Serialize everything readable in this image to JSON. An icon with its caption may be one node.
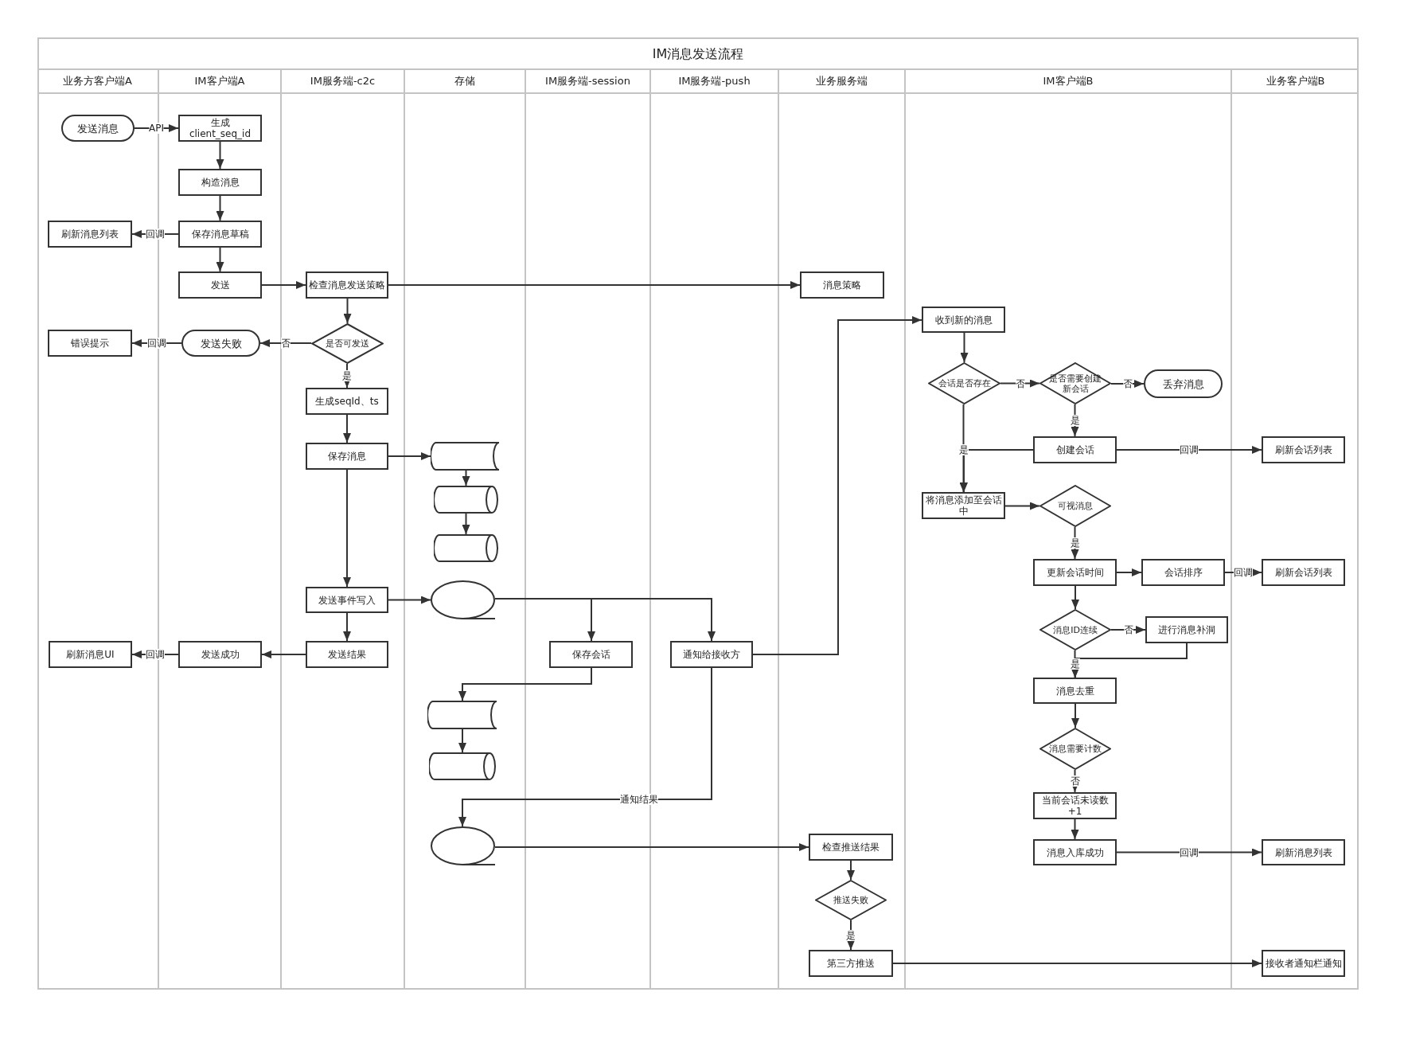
{
  "diagram": {
    "title": "IM消息发送流程",
    "nodes": [
      {
        "text": [],
        "shape": "box"
      },
      {
        "text": [
          "业务方客户端A"
        ],
        "in": 0
      },
      {
        "text": [
          "IM客户端A"
        ],
        "in": 0
      },
      {
        "text": [
          "IM服务端-c2c"
        ],
        "in": 0
      },
      {
        "text": [
          "存储"
        ],
        "in": 0
      },
      {
        "text": [
          "IM服务端-session"
        ],
        "in": 0
      },
      {
        "text": [
          "IM服务端-push"
        ],
        "in": 0
      },
      {
        "text": [
          "业务服务端"
        ],
        "in": 0
      },
      {
        "text": [
          "IM客户端B"
        ],
        "in": 0
      },
      {
        "text": [
          "业务客户端B"
        ],
        "in": 0
      },
      {
        "text": [
          "发送消息"
        ],
        "in": 1
      },
      {
        "text": [
          "刷新消息列表"
        ],
        "in": 1
      },
      {
        "text": [
          "错误提示"
        ],
        "in": 1
      },
      {
        "text": [
          "刷新消息UI"
        ],
        "in": 1
      },
      {
        "text": [
          "生成 client_seq_id"
        ],
        "in": 2
      },
      {
        "text": [
          "构造消息"
        ],
        "in": 2
      },
      {
        "text": [
          "保存消息草稿"
        ],
        "in": 2
      },
      {
        "text": [
          "发送"
        ],
        "in": 2
      },
      {
        "text": [
          "发送失败"
        ],
        "in": 2
      },
      {
        "text": [
          "发送成功"
        ],
        "in": 2
      },
      {
        "text": [
          "检查消息发送策略"
        ],
        "in": 3
      },
      {
        "text": [
          "是否可发送"
        ],
        "in": 3
      },
      {
        "text": [
          "生成seqId、ts"
        ],
        "in": 3
      },
      {
        "text": [
          "保存消息"
        ],
        "in": 3
      },
      {
        "text": [
          "发送事件写入"
        ],
        "in": 3
      },
      {
        "text": [
          "发送结果"
        ],
        "in": 3
      },
      {
        "text": [],
        "shape": "cylinder",
        "in": 4
      },
      {
        "text": [],
        "shape": "cylinder",
        "in": 4
      },
      {
        "text": [],
        "shape": "cylinder",
        "in": 4
      },
      {
        "text": [],
        "shape": "circle",
        "in": 4
      },
      {
        "text": [],
        "shape": "cylinder",
        "in": 4
      },
      {
        "text": [],
        "shape": "cylinder",
        "in": 4
      },
      {
        "text": [],
        "shape": "circle",
        "in": 4
      },
      {
        "text": [
          "保存会话"
        ],
        "in": 5
      },
      {
        "text": [
          "通知给接收方"
        ],
        "in": 6
      },
      {
        "text": [
          "消息策略"
        ],
        "in": 7
      },
      {
        "text": [
          "检查推送结果"
        ],
        "in": 7
      },
      {
        "text": [
          "推送失败"
        ],
        "in": 7
      },
      {
        "text": [
          "第三方推送"
        ],
        "in": 7
      },
      {
        "text": [
          "收到新的消息"
        ],
        "in": 8
      },
      {
        "text": [
          "会话是否存在"
        ],
        "in": 8
      },
      {
        "text": [
          "是否需要创建新会话"
        ],
        "in": 8
      },
      {
        "text": [
          "丢弃消息"
        ],
        "in": 8
      },
      {
        "text": [
          "创建会话"
        ],
        "in": 8
      },
      {
        "text": [
          "将消息添加至会话中"
        ],
        "in": 8
      },
      {
        "text": [
          "可视消息"
        ],
        "in": 8
      },
      {
        "text": [
          "更新会话时间"
        ],
        "in": 8
      },
      {
        "text": [
          "会话排序"
        ],
        "in": 8
      },
      {
        "text": [
          "消息ID连续"
        ],
        "in": 8
      },
      {
        "text": [
          "进行消息补洞"
        ],
        "in": 8
      },
      {
        "text": [
          "消息去重"
        ],
        "in": 8
      },
      {
        "text": [
          "消息需要计数"
        ],
        "in": 8
      },
      {
        "text": [
          "当前会话未读数+1"
        ],
        "in": 8
      },
      {
        "text": [
          "消息入库成功"
        ],
        "in": 8
      },
      {
        "text": [
          "刷新会话列表"
        ],
        "in": 9
      },
      {
        "text": [
          "刷新会话列表"
        ],
        "in": 9
      },
      {
        "text": [
          "刷新消息列表"
        ],
        "in": 9
      },
      {
        "text": [
          "接收者通知栏通知"
        ],
        "in": 9
      }
    ],
    "edges": [
      {
        "from": 10,
        "to": 14,
        "arrow": "to",
        "label": "API"
      },
      {
        "from": 14,
        "to": 15,
        "arrow": "to"
      },
      {
        "from": 15,
        "to": 16,
        "arrow": "to"
      },
      {
        "from": 16,
        "to": 11,
        "arrow": "to",
        "label": "回调"
      },
      {
        "from": 16,
        "to": 17,
        "arrow": "to"
      },
      {
        "from": 17,
        "to": 20,
        "arrow": "to"
      },
      {
        "from": 20,
        "to": 35,
        "arrow": "to"
      },
      {
        "from": 20,
        "to": 21,
        "arrow": "to"
      },
      {
        "from": 21,
        "to": 18,
        "arrow": "to",
        "label": "否"
      },
      {
        "from": 18,
        "to": 12,
        "arrow": "to",
        "label": "回调"
      },
      {
        "from": 21,
        "to": 22,
        "arrow": "to",
        "label": "是"
      },
      {
        "from": 22,
        "to": 23,
        "arrow": "to"
      },
      {
        "from": 23,
        "to": 26,
        "arrow": "to"
      },
      {
        "from": 26,
        "to": 27,
        "arrow": "to"
      },
      {
        "from": 27,
        "to": 28,
        "arrow": "to"
      },
      {
        "from": 23,
        "to": 24,
        "arrow": "to"
      },
      {
        "from": 24,
        "to": 29,
        "arrow": "to"
      },
      {
        "from": 24,
        "to": 25,
        "arrow": "to"
      },
      {
        "from": 25,
        "to": 19,
        "arrow": "to"
      },
      {
        "from": 19,
        "to": 13,
        "arrow": "to",
        "label": "回调"
      },
      {
        "from": 29,
        "to": 33,
        "arrow": "to"
      },
      {
        "from": 29,
        "to": 34,
        "arrow": "to"
      },
      {
        "from": 33,
        "to": 30,
        "arrow": "to"
      },
      {
        "from": 30,
        "to": 31,
        "arrow": "to"
      },
      {
        "from": 34,
        "to": 39,
        "arrow": "to"
      },
      {
        "from": 34,
        "to": 32,
        "arrow": "to",
        "label": "通知结果"
      },
      {
        "from": 32,
        "to": 36,
        "arrow": "to"
      },
      {
        "from": 36,
        "to": 37,
        "arrow": "to"
      },
      {
        "from": 37,
        "to": 38,
        "arrow": "to",
        "label": "是"
      },
      {
        "from": 38,
        "to": 57,
        "arrow": "to"
      },
      {
        "from": 39,
        "to": 40,
        "arrow": "to"
      },
      {
        "from": 40,
        "to": 41,
        "arrow": "to",
        "label": "否"
      },
      {
        "from": 41,
        "to": 42,
        "arrow": "to",
        "label": "否"
      },
      {
        "from": 41,
        "to": 43,
        "arrow": "to",
        "label": "是"
      },
      {
        "from": 40,
        "to": 44,
        "arrow": "to",
        "label": "是"
      },
      {
        "from": 43,
        "to": 44,
        "arrow": "to"
      },
      {
        "from": 43,
        "to": 54,
        "arrow": "to",
        "label": "回调"
      },
      {
        "from": 44,
        "to": 45,
        "arrow": "to"
      },
      {
        "from": 45,
        "to": 46,
        "arrow": "to",
        "label": "是"
      },
      {
        "from": 46,
        "to": 47,
        "arrow": "to"
      },
      {
        "from": 47,
        "to": 55,
        "arrow": "to",
        "label": "回调"
      },
      {
        "from": 46,
        "to": 48,
        "arrow": "to"
      },
      {
        "from": 48,
        "to": 49,
        "arrow": "to",
        "label": "否"
      },
      {
        "from": 48,
        "to": 50,
        "arrow": "to",
        "label": "是"
      },
      {
        "from": 49,
        "to": 50,
        "arrow": "to"
      },
      {
        "from": 50,
        "to": 51,
        "arrow": "to"
      },
      {
        "from": 51,
        "to": 52,
        "arrow": "to",
        "label": "否"
      },
      {
        "from": 52,
        "to": 53,
        "arrow": "to"
      },
      {
        "from": 53,
        "to": 56,
        "arrow": "to",
        "label": "回调"
      }
    ]
  }
}
